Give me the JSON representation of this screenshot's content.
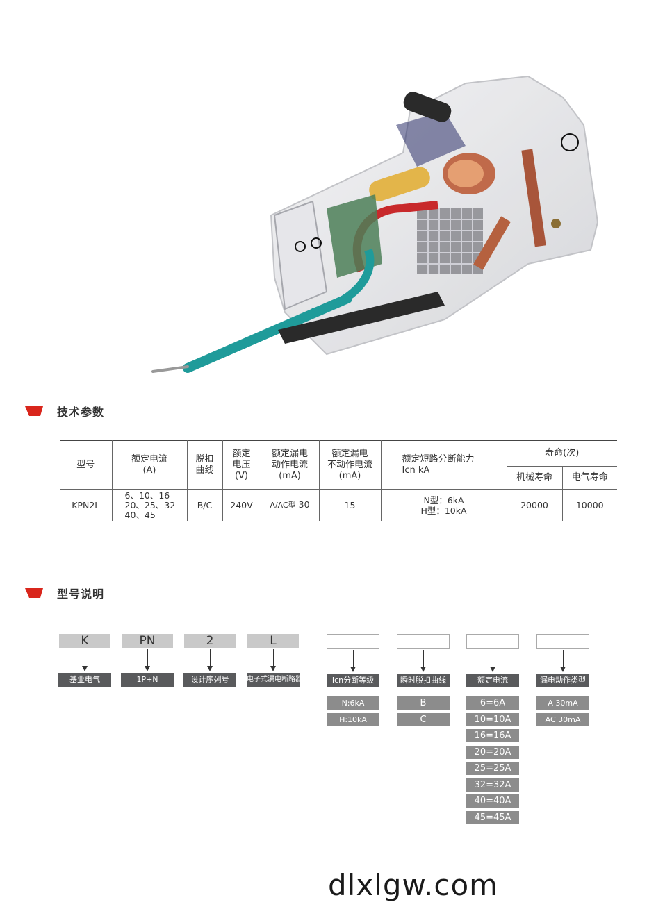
{
  "sections": {
    "tech_params": "技术参数",
    "model_desc": "型号说明"
  },
  "accent_color": "#d9261c",
  "table": {
    "headers": {
      "model": "型号",
      "rated_current": "额定电流\n(A)",
      "trip_curve": "脱扣\n曲线",
      "rated_voltage": "额定\n电压\n(V)",
      "leak_action": "额定漏电\n动作电流\n(mA)",
      "leak_nonaction": "额定漏电\n不动作电流\n(mA)",
      "breaking": "额定短路分断能力\nIcn kA",
      "life": "寿命(次)",
      "mech_life": "机械寿命",
      "elec_life": "电气寿命"
    },
    "row": {
      "model": "KPN2L",
      "rated_current": "6、10、16\n20、25、32\n40、45",
      "trip_curve": "B/C",
      "rated_voltage": "240V",
      "leak_type": "A/AC型",
      "leak_action": "30",
      "leak_nonaction": "15",
      "breaking": "N型：6kA\nH型：10kA",
      "mech_life": "20000",
      "elec_life": "10000"
    }
  },
  "model_code": [
    {
      "code": "K",
      "label": "基业电气",
      "options": []
    },
    {
      "code": "PN",
      "label": "1P+N",
      "options": []
    },
    {
      "code": "2",
      "label": "设计序列号",
      "options": []
    },
    {
      "code": "L",
      "label": "电子式漏电断路器",
      "options": []
    },
    {
      "code": "",
      "label": "Icn分断等级",
      "options": [
        "N:6kA",
        "H:10kA"
      ]
    },
    {
      "code": "",
      "label": "瞬时脱扣曲线",
      "options": [
        "B",
        "C"
      ]
    },
    {
      "code": "",
      "label": "额定电流",
      "options": [
        "6=6A",
        "10=10A",
        "16=16A",
        "20=20A",
        "25=25A",
        "32=32A",
        "40=40A",
        "45=45A"
      ]
    },
    {
      "code": "",
      "label": "漏电动作类型",
      "options": [
        "A 30mA",
        "AC 30mA"
      ]
    }
  ],
  "website": "dlxlgw.com"
}
